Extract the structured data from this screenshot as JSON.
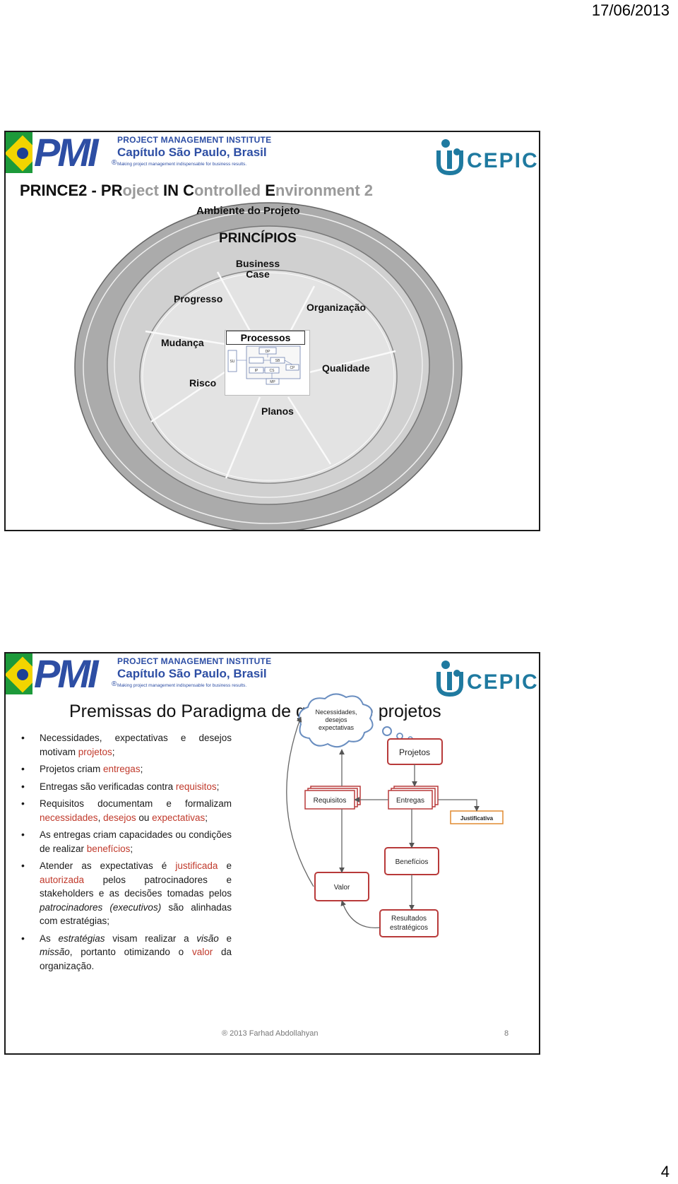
{
  "page": {
    "date": "17/06/2013",
    "number": "4"
  },
  "header": {
    "pmi_letters": "PMI",
    "pmi_institute": "PROJECT MANAGEMENT INSTITUTE",
    "pmi_chapter": "Capítulo São Paulo, Brasil",
    "pmi_tagline": "Making project management indispensable for business results.",
    "cepic": "CEPIC",
    "brand_blue": "#2d4ea4",
    "cepic_color": "#1f7aa0"
  },
  "slide1": {
    "title_parts": [
      "PRINCE2 - ",
      "PR",
      "oject ",
      "IN ",
      "C",
      "ontrolled ",
      "E",
      "nvironment 2"
    ],
    "title": "PRINCE2 - PRoject IN Controlled Environment 2",
    "outer_label": "Ambiente do Projeto",
    "middle_label": "PRINCÍPIOS",
    "inner_label": "Processos",
    "principles": {
      "business_case": "Business Case",
      "organizacao": "Organização",
      "qualidade": "Qualidade",
      "planos": "Planos",
      "risco": "Risco",
      "mudanca": "Mudança",
      "progresso": "Progresso"
    },
    "process_codes": [
      "SU",
      "DP",
      "IP",
      "CS",
      "SB",
      "MP",
      "CP"
    ]
  },
  "slide2": {
    "title": "Premissas do Paradigma de gestão de projetos",
    "bullets": [
      [
        {
          "t": "Necessidades, expectativas e desejos motivam "
        },
        {
          "t": "projetos",
          "c": "red"
        },
        {
          "t": ";"
        }
      ],
      [
        {
          "t": "Projetos criam "
        },
        {
          "t": "entregas",
          "c": "red"
        },
        {
          "t": ";"
        }
      ],
      [
        {
          "t": "Entregas são verificadas contra "
        },
        {
          "t": "requisitos",
          "c": "red"
        },
        {
          "t": ";"
        }
      ],
      [
        {
          "t": "Requisitos documentam e formalizam "
        },
        {
          "t": "necessidades",
          "c": "red"
        },
        {
          "t": ", "
        },
        {
          "t": "desejos",
          "c": "red"
        },
        {
          "t": " ou "
        },
        {
          "t": "expectativas",
          "c": "red"
        },
        {
          "t": ";"
        }
      ],
      [
        {
          "t": "As entregas criam capacidades ou condições de realizar "
        },
        {
          "t": "benefícios",
          "c": "red"
        },
        {
          "t": ";"
        }
      ],
      [
        {
          "t": "Atender as expectativas é "
        },
        {
          "t": "justificada",
          "c": "red"
        },
        {
          "t": " e "
        },
        {
          "t": "autorizada",
          "c": "red"
        },
        {
          "t": " pelos patrocinadores e stakeholders e as decisões tomadas pelos "
        },
        {
          "t": "patrocinadores (executivos)",
          "c": "it"
        },
        {
          "t": " são alinhadas com estratégias;"
        }
      ],
      [
        {
          "t": "As "
        },
        {
          "t": "estratégias",
          "c": "it"
        },
        {
          "t": " visam realizar a "
        },
        {
          "t": "visão",
          "c": "it"
        },
        {
          "t": " e "
        },
        {
          "t": "missão",
          "c": "it"
        },
        {
          "t": ", portanto otimizando o "
        },
        {
          "t": "valor",
          "c": "red"
        },
        {
          "t": " da organização."
        }
      ]
    ],
    "diagram": {
      "cloud": [
        "Necessidades,",
        "desejos",
        "expectativas"
      ],
      "projetos": "Projetos",
      "requisitos": "Requisitos",
      "entregas": "Entregas",
      "justificativa": "Justificativa",
      "beneficios": "Benefícios",
      "valor": "Valor",
      "resultados": [
        "Resultados",
        "estratégicos"
      ]
    },
    "footer_author": "® 2013 Farhad Abdollahyan",
    "footer_page": "8"
  }
}
